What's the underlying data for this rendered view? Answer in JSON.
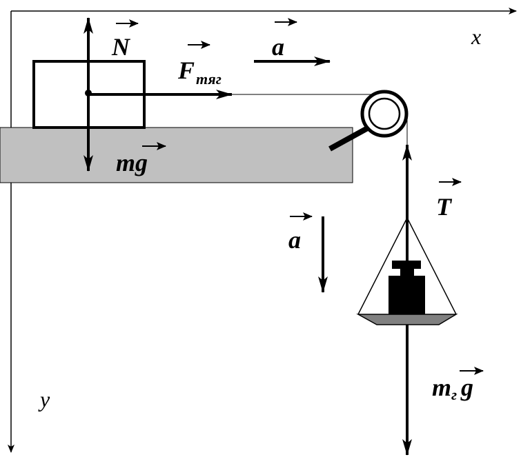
{
  "axes": {
    "x_label": "x",
    "y_label": "y"
  },
  "labels": {
    "normal_force": "N",
    "weight_block": "mg",
    "traction_base": "F",
    "traction_sub": "тяг",
    "accel_block": "a",
    "accel_weight": "a",
    "tension": "T",
    "weight_load_base": "m",
    "weight_load_sub": "г",
    "weight_load_g": "g"
  },
  "colors": {
    "table": "#c0c0c0",
    "pan": "#808080",
    "ink": "#000000",
    "background": "#ffffff"
  }
}
